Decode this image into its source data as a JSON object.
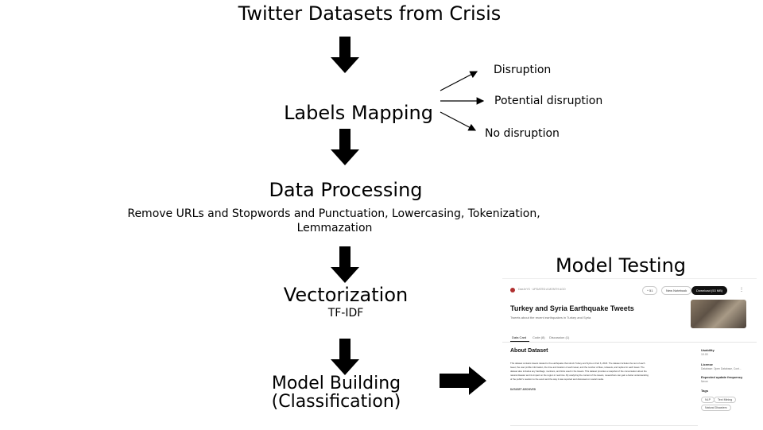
{
  "diagram": {
    "title": "Twitter Datasets from Crisis",
    "step_labels_mapping": "Labels Mapping",
    "labels": [
      "Disruption",
      "Potential disruption",
      "No disruption"
    ],
    "step_data_processing": "Data Processing",
    "processing_detail_line1": "Remove URLs and Stopwords and Punctuation, Lowercasing, Tokenization,",
    "processing_detail_line2": "Lemmazation",
    "step_vectorization": "Vectorization",
    "vectorization_detail": "TF-IDF",
    "step_model_building_line1": "Model Building",
    "step_model_building_line2": "(Classification)",
    "model_testing_title": "Model Testing"
  },
  "screenshot": {
    "breadcrumb": "DaeJeYS · UPDATED A MONTH AGO",
    "vote_count": "51",
    "new_notebook": "New Notebook",
    "download": "Download (53 MB)",
    "dataset_title": "Turkey and Syria Earthquake Tweets",
    "dataset_subtitle": "Tweets about the recent earthquakes in Turkey and Syria",
    "tabs": [
      "Data Card",
      "Code (8)",
      "Discussion (1)"
    ],
    "about_heading": "About Dataset",
    "about_text_lines": [
      "This dataset contains tweets related to the earthquake that struck Turkey and Syria on Feb 6, 2023. The dataset includes the text of each",
      "tweet, the user profile information, the time and location of each tweet, and the number of likes, retweets, and replies for each tweet. The",
      "dataset also includes any hashtags, mentions, and links used in the tweets. This dataset provides a snapshot of the conversation about the",
      "natural disaster and its impact on the region in real time. By analyzing the content of the tweets, researchers can gain a better understanding",
      "of the public's reaction to the event and the way it was reported and discussed on social media."
    ],
    "archived_label": "DATASET ARCHIVED",
    "usability_label": "Usability",
    "usability_value": "10.00",
    "license_label": "License",
    "license_value": "Database: Open Database, Cont...",
    "frequency_label": "Expected update frequency",
    "frequency_value": "Never",
    "tags_label": "Tags",
    "tags": [
      "NLP",
      "Text Mining",
      "Natural Disasters"
    ]
  }
}
